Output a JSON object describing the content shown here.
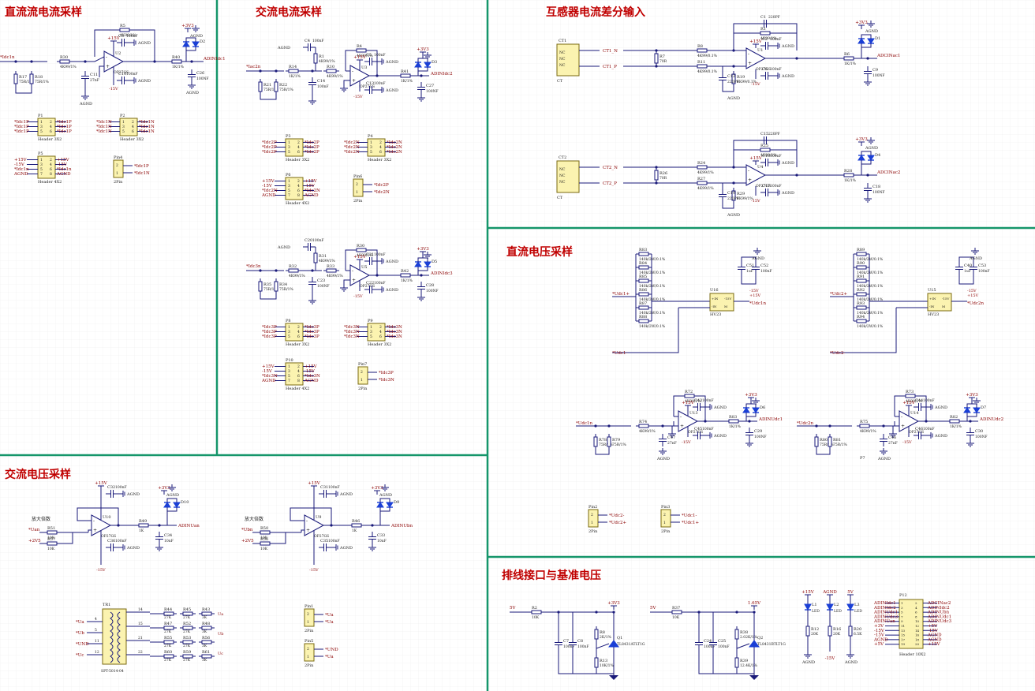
{
  "sections": {
    "dc_current": "直流流电流采样",
    "ac_current": "交流电流采样",
    "transformer_current": "互感器电流差分输入",
    "dc_voltage": "直流电压采样",
    "ac_voltage": "交流电压采样",
    "ribbon_ref": "排线接口与基准电压"
  },
  "colors": {
    "title": "#c00000",
    "divider": "#15966a",
    "wire": "#1a1a7a",
    "header_fill": "#fbf3b0",
    "net_label": "#8b0000",
    "diode": "#1a3fd6"
  },
  "dc_current": {
    "in_net": "*Idc1n",
    "r_in": "R30",
    "r_in_val": "4K99/1%",
    "r_sh1": "R17",
    "r_sh1_val": "75R/1%",
    "r_sh2": "R18",
    "r_sh2_val": "75R/1%",
    "c_in": "C11",
    "c_in_val": "27nF",
    "r_fb": "R5",
    "r_fb_val": "4K99/1%",
    "c_dec1": "C3",
    "c_dec2": "C10",
    "c_dec_val": "100nF",
    "op": "U2",
    "op_type": "OP27GS",
    "r_out": "R40",
    "r_out_val": "1K/1%",
    "c_out": "C26",
    "c_out_val": "100NF",
    "diode": "D2",
    "out_net": "ADINIdc1",
    "agnd": "AGND",
    "p15": "+15V",
    "n15": "-15V",
    "p33": "+3V3",
    "headers": [
      {
        "ref": "P1",
        "name": "Header 3X2",
        "left": [
          "*Idc1P",
          "*Idc1P",
          "*Idc1P"
        ],
        "right": [
          "*Idc1P",
          "*Idc1P",
          "*Idc1P"
        ]
      },
      {
        "ref": "P2",
        "name": "Header 3X2",
        "left": [
          "*Idc1N",
          "*Idc1N",
          "*Idc1N"
        ],
        "right": [
          "*Idc1N",
          "*Idc1N",
          "*Idc1N"
        ]
      },
      {
        "ref": "P5",
        "name": "Header 4X2",
        "left": [
          "+15V",
          "-15V",
          "*Idc1n",
          "AGND"
        ],
        "right": [
          "+15V",
          "-15V",
          "*Idc1n",
          "AGND"
        ]
      }
    ],
    "pin": {
      "ref": "Pin4",
      "name": "2Pin",
      "n1": "*Idc1P",
      "n2": "*Idc1N"
    }
  },
  "ac_current": {
    "blocks": [
      {
        "cref": "C4",
        "cval": "100nF",
        "rb": "R1",
        "rbv": "4K99/1%",
        "rin": "R14",
        "rinv": "1K/1%",
        "rfb": "R4",
        "rfbv": "4K99/1%",
        "rs1": "R21",
        "rs2": "R22",
        "rsv": "75R/1%",
        "cin": "C14",
        "cinv": "100nF",
        "r2": "R10",
        "r2v": "4K99/1%",
        "op": "U3",
        "c1": "C5",
        "c2": "C13",
        "ro": "R41",
        "rov": "1K/1%",
        "co": "C27",
        "cov": "100NF",
        "d": "D3",
        "in": "*Iac2n",
        "out": "ADINIdc2"
      },
      {
        "cref": "C20",
        "cval": "100nF",
        "rb": "R31",
        "rbv": "4K99/1%",
        "rin": "R32",
        "rinv": "4K99/1%",
        "rfb": "R30",
        "rfbv": "4K99/1%",
        "rs1": "R35",
        "rs2": "R34",
        "rsv": "75R/1%",
        "cin": "C23",
        "cinv": "100NF",
        "r2": "R33",
        "r2v": "4K99/1%",
        "op": "U5",
        "c1": "C21",
        "c2": "C22",
        "ro": "R42",
        "rov": "1K/1%",
        "co": "C28",
        "cov": "100NF",
        "d": "D5",
        "in": "*Idc3n",
        "out": "ADINIdc3"
      }
    ],
    "headers": [
      {
        "ref": "P3",
        "name": "Header 3X2",
        "left": [
          "*Idc2P",
          "*Idc2P",
          "*Idc2P"
        ],
        "right": [
          "*Idc2P",
          "*Idc2P",
          "*Idc2P"
        ]
      },
      {
        "ref": "P4",
        "name": "Header 3X2",
        "left": [
          "*Idc2N",
          "*Idc2N",
          "*Idc2N"
        ],
        "right": [
          "*Idc2N",
          "*Idc2N",
          "*Idc2N"
        ]
      },
      {
        "ref": "P6",
        "name": "Header 4X2",
        "left": [
          "+15V",
          "-15V",
          "*Idc2N",
          "AGND"
        ],
        "right": [
          "+15V",
          "-15V",
          "*Idc2N",
          "AGND"
        ]
      },
      {
        "ref": "P8",
        "name": "Header 3X2",
        "left": [
          "*Idc3P",
          "*Idc3P",
          "*Idc3P"
        ],
        "right": [
          "*Idc3P",
          "*Idc3P",
          "*Idc3P"
        ]
      },
      {
        "ref": "P9",
        "name": "Header 3X2",
        "left": [
          "*Idc3N",
          "*Idc3N",
          "*Idc3N"
        ],
        "right": [
          "*Idc3N",
          "*Idc3N",
          "*Idc3N"
        ]
      },
      {
        "ref": "P10",
        "name": "Header 4X2",
        "left": [
          "+15V",
          "-15V",
          "*Idc3N",
          "AGND"
        ],
        "right": [
          "+15V",
          "-15V",
          "*Idc3N",
          "AGND"
        ]
      }
    ],
    "pins": [
      {
        "ref": "Pin6",
        "name": "2Pin",
        "n1": "*Idc2P",
        "n2": "*Idc2N"
      },
      {
        "ref": "Pin7",
        "name": "2Pin",
        "n1": "*Idc3P",
        "n2": "*Idc3N"
      }
    ]
  },
  "transformer": {
    "blocks": [
      {
        "ct": "CT1",
        "nets": [
          "CT1_N",
          "CT1_P"
        ],
        "rt": "R7",
        "rtv": "70R",
        "ra": "R8",
        "rb": "R11",
        "rv": "4K99/0.1%",
        "rf": "R1",
        "rfv": "4K99/1%",
        "cf": "C1",
        "cfv": "220PF",
        "r2": "R19",
        "r2v": "4K99/0.1%",
        "c2": "C12",
        "c2v": "220PF",
        "op": "U1",
        "cd1": "C2",
        "cd2": "C6",
        "ro": "R6",
        "rov": "1K/1%",
        "co": "C9",
        "cov": "100NF",
        "d": "D1",
        "out": "ADCINac1"
      },
      {
        "ct": "CT2",
        "nets": [
          "CT2_N",
          "CT2_P"
        ],
        "rt": "R26",
        "rtv": "70R",
        "ra": "R24",
        "rb": "R27",
        "rv": "4K99/1%",
        "rf": "R25",
        "rfv": "4K99/1%",
        "cf": "C15",
        "cfv": "220PF",
        "r2": "R29",
        "r2v": "4K99/1%",
        "c2": "C19",
        "c2v": "220PF",
        "op": "U4",
        "cd1": "C16",
        "cd2": "C17",
        "ro": "R28",
        "rov": "1K/1%",
        "co": "C18",
        "cov": "100NF",
        "d": "D4",
        "out": "ADCINac2"
      }
    ]
  },
  "dc_voltage": {
    "dividers": [
      {
        "rs": [
          "R83",
          "R84",
          "R85",
          "R86",
          "R87",
          "R88"
        ],
        "rv": "140k/2W/0.1%",
        "hv": "U16",
        "hvt": "HV23",
        "net_p": "*Udc1+",
        "net_n": "*Udc1-",
        "out": "*Udc1n",
        "cr": [
          "C51",
          "C52"
        ]
      },
      {
        "rs": [
          "R89",
          "R90",
          "R91",
          "R92",
          "R93",
          "R94"
        ],
        "rv": "140k/2W/0.1%",
        "hv": "U15",
        "hvt": "HV23",
        "net_p": "*Udc2+",
        "net_n": "*Udc2-",
        "out": "*Udc2n",
        "cr": [
          "C40",
          "C53"
        ]
      }
    ],
    "amps": [
      {
        "in": "*Udc1n",
        "rs1": "R78",
        "rs2": "R79",
        "rsv": "75R/1%",
        "rin": "R74",
        "rinv": "4K99/1%",
        "cin": "C47",
        "cinv": "27nF",
        "rf": "R72",
        "rfv": "4K99/1%",
        "op": "U13",
        "cd1": "C43",
        "cd2": "C45",
        "ro": "R83",
        "rov": "1K/1%",
        "co": "C29",
        "cov": "100NF",
        "d": "D6",
        "out": "ADINUdc1"
      },
      {
        "in": "*Udc2n",
        "rs1": "R80",
        "rs2": "R81",
        "rsv": "75R/1%",
        "rin": "R75",
        "rinv": "4K99/1%",
        "cin": "C46",
        "cinv": "27nF",
        "rf": "R73",
        "rfv": "4K99/1%",
        "op": "U14",
        "cd1": "C44",
        "cd2": "C46",
        "ro": "R82",
        "rov": "1K/1%",
        "co": "C30",
        "cov": "100NF",
        "d": "D7",
        "out": "ADINUdc2"
      }
    ],
    "pins": [
      {
        "ref": "Pin2",
        "name": "2Pin",
        "n1": "*Udc2-",
        "n2": "*Udc2+"
      },
      {
        "ref": "Pin3",
        "name": "2Pin",
        "n1": "*Udc1-",
        "n2": "*Udc1+"
      }
    ],
    "p7": "P7"
  },
  "ac_voltage": {
    "amps": [
      {
        "label": "放大倍数",
        "n1": "*Uan",
        "n2": "+2V5",
        "r1": "R51",
        "r2": "R57",
        "rv": "10K",
        "op": "U10",
        "c1": "C32",
        "c2": "C36",
        "ro": "R49",
        "rov": "1K",
        "co": "C34",
        "cov": "10nF",
        "d": "D10",
        "out": "ADINUan"
      },
      {
        "label": "放大倍数",
        "n1": "*Ubn",
        "n2": "+2V5",
        "r1": "R50",
        "r2": "R56",
        "rv": "10K",
        "op": "U9",
        "c1": "C31",
        "c2": "C35",
        "ro": "R46",
        "rov": "1K",
        "co": "C33",
        "cov": "10nF",
        "d": "D9",
        "out": "ADINUbn"
      }
    ],
    "tr": {
      "ref": "TR1",
      "part": "SPT-5014-04",
      "pins_l": [
        "4",
        "5",
        "11",
        "12"
      ],
      "nets_l": [
        "*Ua",
        "*Ub",
        "*UND",
        "*Uc"
      ],
      "pins_r": [
        "14",
        "15",
        "21",
        "22"
      ],
      "outs": [
        "Ua",
        "Ub",
        "Uc"
      ],
      "rows": [
        [
          "R44",
          "R45",
          "R43"
        ],
        [
          "R47",
          "R52",
          "R48"
        ],
        [
          "R55",
          "R53",
          "R56"
        ],
        [
          "R60",
          "R59",
          "R61"
        ]
      ],
      "rv": [
        "27K",
        "27K",
        "3K"
      ]
    },
    "pins": [
      {
        "ref": "Pin1",
        "name": "2Pin",
        "n1": "*Ua",
        "n2": "*Ua"
      },
      {
        "ref": "Pin5",
        "name": "2Pin",
        "n1": "*UND",
        "n2": "*Ua"
      }
    ]
  },
  "ribbon_ref": {
    "refs": [
      {
        "vin": "5V",
        "r": "R2",
        "rv": "10K",
        "c1": "C7",
        "c2": "C8",
        "cv": "100nF",
        "ra": "R8",
        "rav": "2K/1%",
        "rb": "R13",
        "rbv": "10K/1%",
        "q": "Q1",
        "qt": "TL8431ATLT1G",
        "out": "+3V3",
        "agnd": "AGND"
      },
      {
        "vin": "5V",
        "r": "R37",
        "rv": "10K",
        "c1": "C24",
        "c2": "C25",
        "cv": "100nF",
        "ra": "R38",
        "rav": "2.02K/1%",
        "rb": "R39",
        "rbv": "12.4K/1%",
        "q": "Q2",
        "qt": "TL8431BTLT1G",
        "out": "1.65V",
        "agnd": "AGND"
      }
    ],
    "leds": [
      {
        "ref": "L1",
        "r": "R12",
        "rv": "20K",
        "top": "+15V",
        "bot": "AGND"
      },
      {
        "ref": "L2",
        "r": "R16",
        "rv": "20K",
        "top": "AGND",
        "bot": "-15V"
      },
      {
        "ref": "L3",
        "r": "R20",
        "rv": "6.5K",
        "top": "5V",
        "bot": "AGND"
      }
    ],
    "led_name": "LED",
    "header": {
      "ref": "P12",
      "name": "Header 10X2",
      "left": [
        "ADINIdc1",
        "ADINIdc2",
        "ADINUdc1",
        "ADINUdc3",
        "ADINUan",
        "+3V",
        "-15V",
        "-15V",
        "AGND",
        "+5V"
      ],
      "right": [
        "ADCINac2",
        "ADINIdc2",
        "ADINUbn",
        "ADINUdc1",
        "ADINUdc3",
        "+5V",
        "-15V",
        "AGND",
        "AGND",
        "+15V"
      ]
    }
  }
}
